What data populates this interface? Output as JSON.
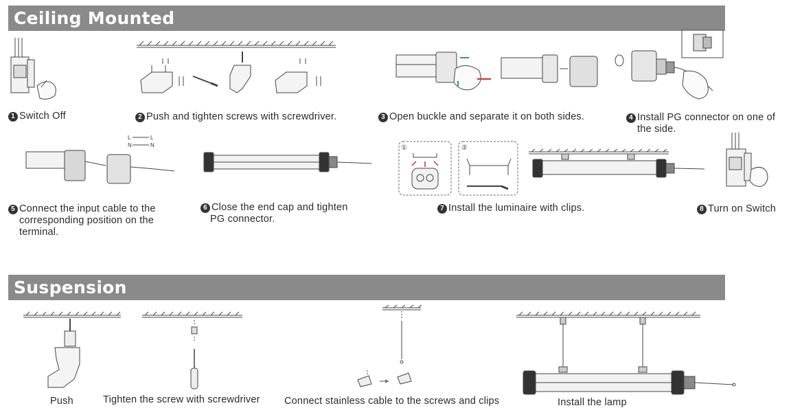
{
  "ceiling": {
    "title": "Ceiling Mounted",
    "steps": [
      {
        "num": "1",
        "text": "Switch Off"
      },
      {
        "num": "2",
        "text": "Push and tighten screws with screwdriver."
      },
      {
        "num": "3",
        "text": "Open buckle and separate it on both sides."
      },
      {
        "num": "4",
        "line1": "Install PG connector on one of",
        "line2": "the side."
      },
      {
        "num": "5",
        "line1": "Connect the input cable to the",
        "line2": "corresponding  position on the",
        "line3": "terminal."
      },
      {
        "num": "6",
        "line1": "Close the end cap and tighten",
        "line2": "PG connector."
      },
      {
        "num": "7",
        "text": "Install the luminaire with clips."
      },
      {
        "num": "8",
        "text": "Turn on Switch"
      }
    ],
    "wiring": {
      "l_left": "L",
      "l_right": "L",
      "n_left": "N",
      "n_right": "N"
    },
    "clip_marks": {
      "first": "①",
      "second": "②"
    }
  },
  "suspension": {
    "title": "Suspension",
    "steps": [
      {
        "text": "Push"
      },
      {
        "text": "Tighten the screw with screwdriver"
      },
      {
        "text": "Connect stainless  cable  to  the  screws  and clips"
      },
      {
        "text": "Install the lamp"
      }
    ]
  }
}
